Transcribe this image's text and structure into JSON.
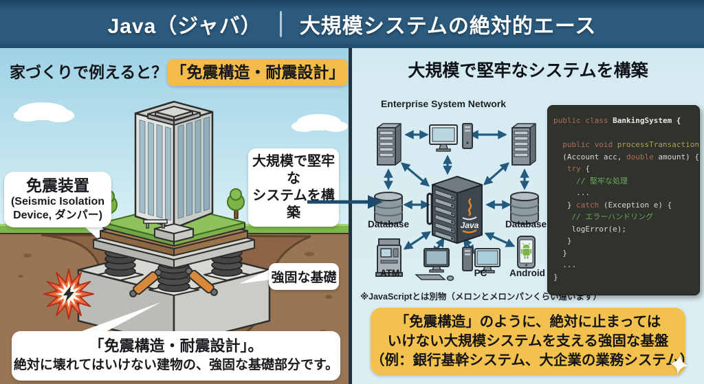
{
  "header": {
    "product": "Java（ジャバ）",
    "tagline": "大規模システムの絶対的エース"
  },
  "left": {
    "heading_prefix": "家づくりで例えると？",
    "heading_highlight": "「免震構造・耐震設計」",
    "device_callout": {
      "line1": "免震装置",
      "line2": "(Seismic Isolation",
      "line3": "Device, ダンパー)"
    },
    "build_callout": {
      "line1": "大規模で堅牢な",
      "line2": "システムを構築"
    },
    "foundation_callout": "強固な基礎",
    "bottom_note": {
      "line1": "「免震構造・耐震設計」。",
      "line2": "絶対に壊れてはいけない建物の、強固な基礎部分です。"
    }
  },
  "right": {
    "heading": "大規模で堅牢なシステムを構築",
    "diagram": {
      "title": "Enterprise System Network",
      "label_database_left": "Database",
      "label_database_right": "Database",
      "label_atm": "ATM",
      "label_pc": "PC",
      "label_android": "Android",
      "java_logo_text": "Java"
    },
    "footnote": "※JavaScriptとは別物（メロンとメロンパンくらい違います）",
    "code": {
      "lines": [
        [
          {
            "c": "kw",
            "t": "public class "
          },
          {
            "c": "cls",
            "t": "BankingSystem {"
          }
        ],
        [],
        [
          {
            "c": "pl",
            "t": "  "
          },
          {
            "c": "kw",
            "t": "public void "
          },
          {
            "c": "fn",
            "t": "processTransaction"
          }
        ],
        [
          {
            "c": "pl",
            "t": "  (Account acc, "
          },
          {
            "c": "kw",
            "t": "double"
          },
          {
            "c": "pl",
            "t": " amount) {"
          }
        ],
        [
          {
            "c": "pl",
            "t": "   "
          },
          {
            "c": "kw",
            "t": "try"
          },
          {
            "c": "pl",
            "t": " {"
          }
        ],
        [
          {
            "c": "cm",
            "t": "     // 堅牢な処理"
          }
        ],
        [
          {
            "c": "pl",
            "t": "     ..."
          }
        ],
        [
          {
            "c": "pl",
            "t": "   } "
          },
          {
            "c": "kw",
            "t": "catch"
          },
          {
            "c": "pl",
            "t": " (Exception e) {"
          }
        ],
        [
          {
            "c": "cm",
            "t": "    // エラーハンドリング"
          }
        ],
        [
          {
            "c": "pl",
            "t": "    logError(e);"
          }
        ],
        [
          {
            "c": "pl",
            "t": "   }"
          }
        ],
        [
          {
            "c": "pl",
            "t": "  }"
          }
        ],
        [
          {
            "c": "pl",
            "t": "  ..."
          }
        ],
        [
          {
            "c": "pl",
            "t": "}"
          }
        ]
      ]
    },
    "bottom_box": {
      "line1": "「免震構造」のように、絶対に止まっては",
      "line2": "いけない大規模システムを支える強固な基盤",
      "line3": "（例：銀行基幹システム、大企業の業務システム）",
      "sparkle": "✦"
    }
  },
  "colors": {
    "header_bg": "#2b5a7d",
    "sky": "#a5d7e8",
    "earth": "#9a7553",
    "right_panel_bg": "#d9ecf2",
    "highlight_yellow": "#f3bb4a",
    "note_box_yellow": "#f2c14e",
    "arrow_navy": "#1d4b6e",
    "diagram_arrow": "#245a7e",
    "java_orange": "#e0872f",
    "code_bg": "#30322c",
    "code_keyword": "#b36a5e",
    "code_function": "#b2a24d",
    "code_comment": "#6aa85f",
    "code_text": "#dad8d2"
  }
}
